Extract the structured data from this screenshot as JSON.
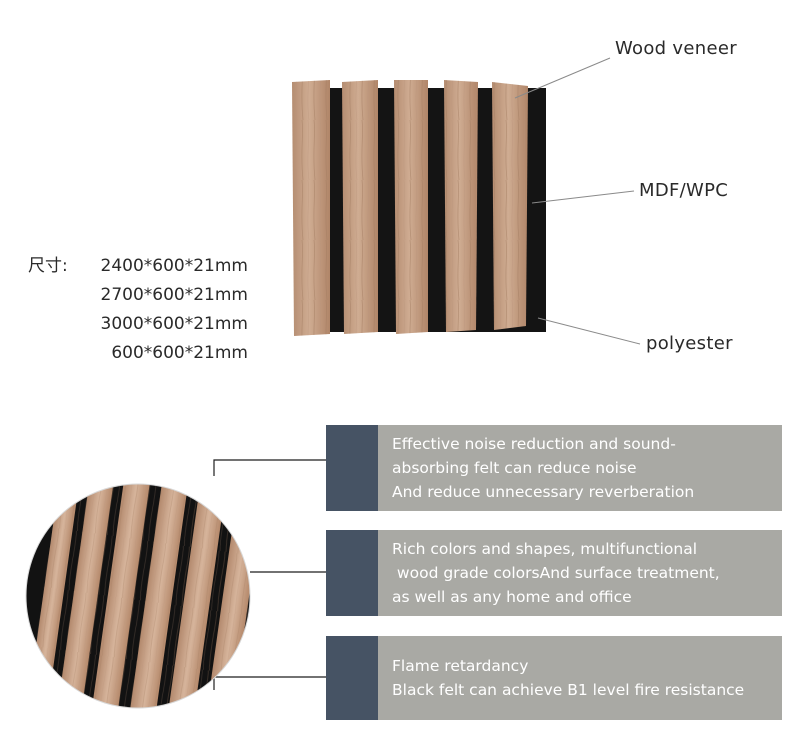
{
  "callouts": {
    "wood_veneer": "Wood veneer",
    "mdf_wpc": "MDF/WPC",
    "polyester": "polyester"
  },
  "sizes": {
    "label": "尺寸:",
    "values": [
      "2400*600*21mm",
      "2700*600*21mm",
      "3000*600*21mm",
      "600*600*21mm"
    ]
  },
  "features": [
    {
      "lines": [
        "Effective noise reduction and sound-",
        "absorbing felt can reduce noise",
        "And reduce unnecessary reverberation"
      ]
    },
    {
      "lines": [
        "Rich colors and shapes, multifunctional",
        " wood grade colorsAnd surface treatment,",
        "as well as any home and office"
      ]
    },
    {
      "lines": [
        "Flame retardancy",
        "Black felt can achieve B1 level fire resistance"
      ]
    }
  ],
  "colors": {
    "card_bg": "#a9a9a4",
    "card_accent": "#465364",
    "wood_light": "#c9a48a",
    "wood_dark": "#a47c61",
    "felt": "#141414"
  }
}
